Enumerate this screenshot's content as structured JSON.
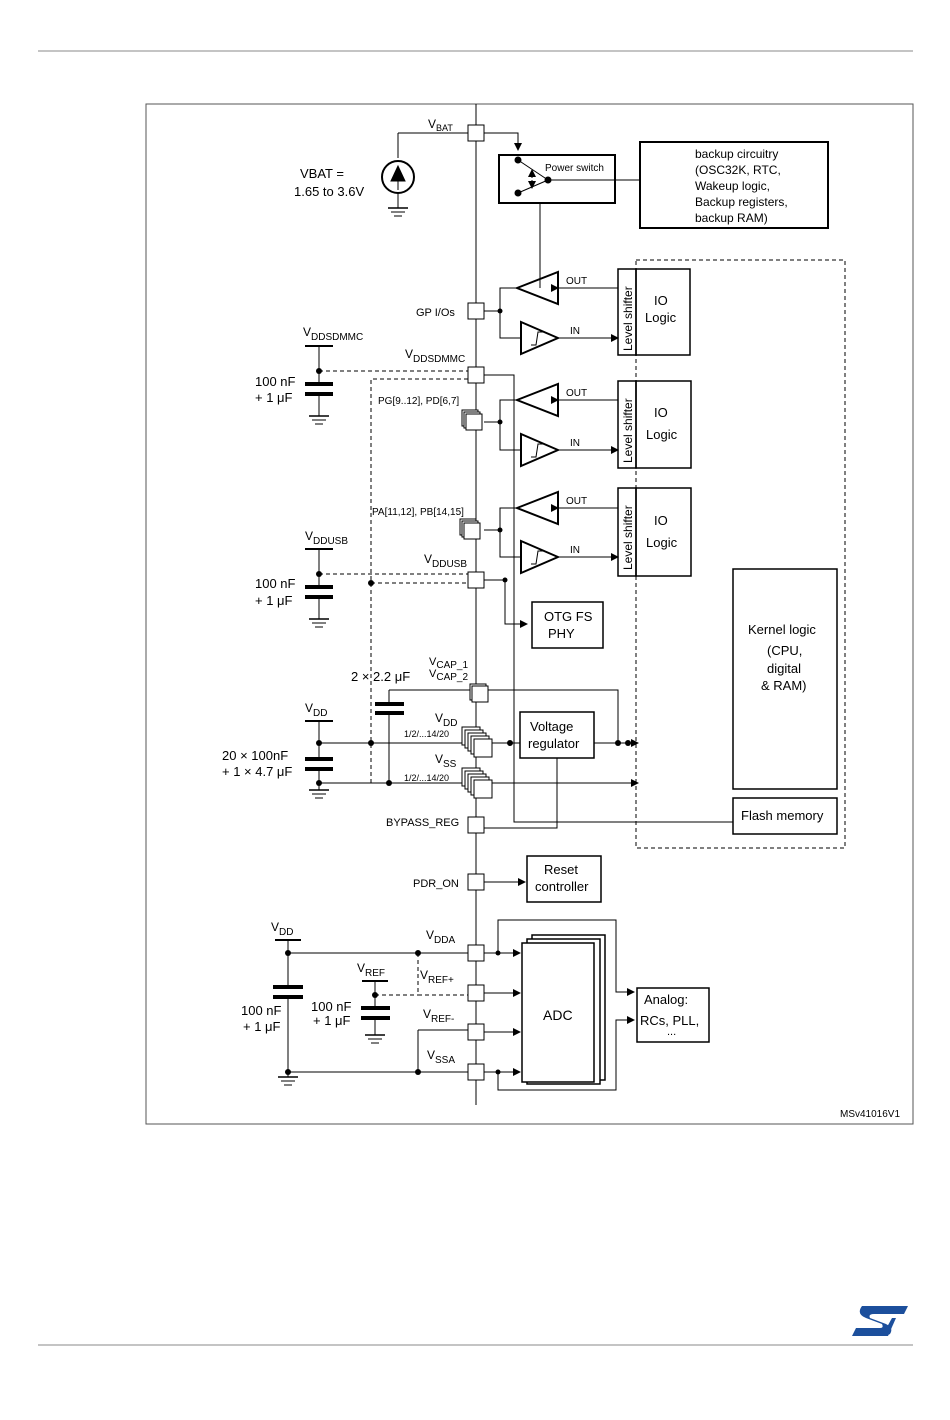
{
  "figure_id": "MSv41016V1",
  "vbat": {
    "pin_main": "V",
    "pin_sub": "BAT",
    "source_line1": "VBAT =",
    "source_line2": "1.65 to 3.6V"
  },
  "power_switch": "Power switch",
  "backup": [
    "backup circuitry",
    "(OSC32K, RTC,",
    "Wakeup logic,",
    "Backup registers,",
    "backup RAM)"
  ],
  "io": {
    "out": "OUT",
    "in": "IN",
    "level_shifter": "Level shifter",
    "logic_line1": "IO",
    "logic_line2": "Logic"
  },
  "pins": {
    "gpio": "GP I/Os",
    "vddsdmmc_main": "V",
    "vddsdmmc_sub": "DDSDMMC",
    "pg_pd": "PG[9..12], PD[6,7]",
    "pa_pb": "PA[11,12], PB[14,15]",
    "vddusb_main": "V",
    "vddusb_sub": "DDUSB",
    "vcap1_main": "V",
    "vcap1_sub": "CAP_1",
    "vcap2_main": "V",
    "vcap2_sub": "CAP_2",
    "vdd_main": "V",
    "vdd_sub": "DD",
    "vdd_count": "1/2/...14/20",
    "vss_main": "V",
    "vss_sub": "SS",
    "vss_count": "1/2/...14/20",
    "bypass": "BYPASS_REG",
    "pdr": "PDR_ON",
    "vdda_main": "V",
    "vdda_sub": "DDA",
    "vrefp_main": "V",
    "vrefp_sub": "REF+",
    "vrefm_main": "V",
    "vrefm_sub": "REF-",
    "vssa_main": "V",
    "vssa_sub": "SSA"
  },
  "supplies": {
    "vddsdmmc_main": "V",
    "vddsdmmc_sub": "DDSDMMC",
    "vddusb_main": "V",
    "vddusb_sub": "DDUSB",
    "vdd_main": "V",
    "vdd_sub": "DD",
    "vdd2_main": "V",
    "vdd2_sub": "DD",
    "vref_main": "V",
    "vref_sub": "REF"
  },
  "caps": {
    "sdmmc_l1": "100 nF",
    "sdmmc_l2": "+ 1 μF",
    "usb_l1": "100 nF",
    "usb_l2": "+ 1 μF",
    "vcap": "2 × 2.2 μF",
    "vdd_l1": "20 × 100nF",
    "vdd_l2": "+ 1 × 4.7 μF",
    "vdda_l1": "100 nF",
    "vdda_l2": "+ 1 μF",
    "vref_l1": "100 nF",
    "vref_l2": "+ 1 μF"
  },
  "blocks": {
    "otg_l1": "OTG FS",
    "otg_l2": "PHY",
    "vreg_l1": "Voltage",
    "vreg_l2": "regulator",
    "kernel_l1": "Kernel logic",
    "kernel_l2": "(CPU,",
    "kernel_l3": "digital",
    "kernel_l4": "& RAM)",
    "flash": "Flash memory",
    "reset_l1": "Reset",
    "reset_l2": "controller",
    "adc": "ADC",
    "analog_l1": "Analog:",
    "analog_l2": "RCs, PLL,",
    "analog_l3": "..."
  },
  "colors": {
    "logo": "#1c4f9c"
  }
}
